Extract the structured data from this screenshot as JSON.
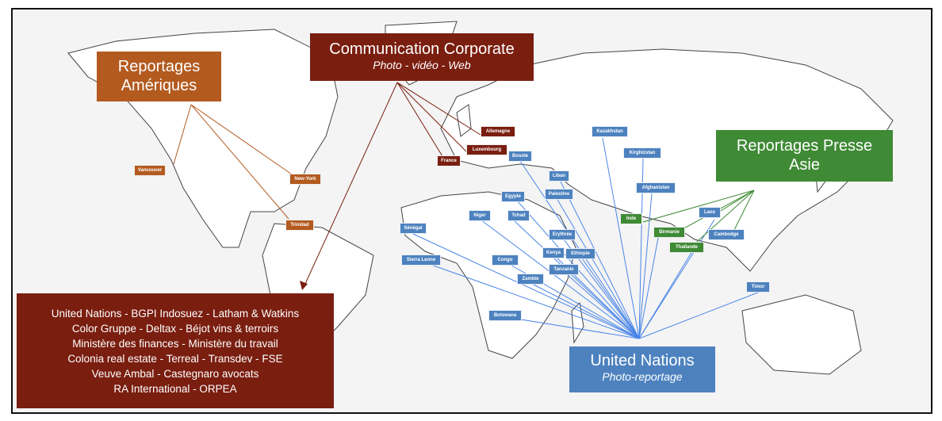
{
  "labels": {
    "corporate": {
      "title": "Communication Corporate",
      "subtitle": "Photo - vidéo - Web"
    },
    "ameriques": {
      "line1": "Reportages",
      "line2": "Amériques"
    },
    "asie": {
      "line1": "Reportages Presse",
      "line2": "Asie"
    },
    "un": {
      "title": "United Nations",
      "subtitle": "Photo-reportage"
    }
  },
  "clients": [
    "United Nations - BGPI Indosuez - Latham & Watkins",
    "Color Gruppe - Deltax - Béjot vins & terroirs",
    "Ministère des finances - Ministère du travail",
    "Colonia real estate - Terreal - Transdev - FSE",
    "Veuve Ambal - Castegnaro avocats",
    "RA International - ORPEA"
  ],
  "countries": {
    "corporate": [
      "Allemagne",
      "Luxembourg",
      "France"
    ],
    "ameriques": [
      "Vancouver",
      "New-York",
      "Trinidad"
    ],
    "asie": [
      "Inde",
      "Birmanie",
      "Thaïlande",
      "Laos",
      "Cambodge"
    ],
    "un": [
      "Kazakhstan",
      "Kirghizstan",
      "Afghanistan",
      "Bosnie",
      "Liban",
      "Egypte",
      "Palestine",
      "Niger",
      "Tchad",
      "Sénégal",
      "Erythrée",
      "Kenya",
      "Ethiopie",
      "Sierra Leone",
      "Congo",
      "Tanzanie",
      "Zambie",
      "Botswana",
      "Timor"
    ]
  },
  "colors": {
    "corporate": "#7a1e10",
    "ameriques": "#b35a1f",
    "asie": "#3f8a35",
    "un": "#4d82bf",
    "un_lines": "#4a86e8"
  }
}
